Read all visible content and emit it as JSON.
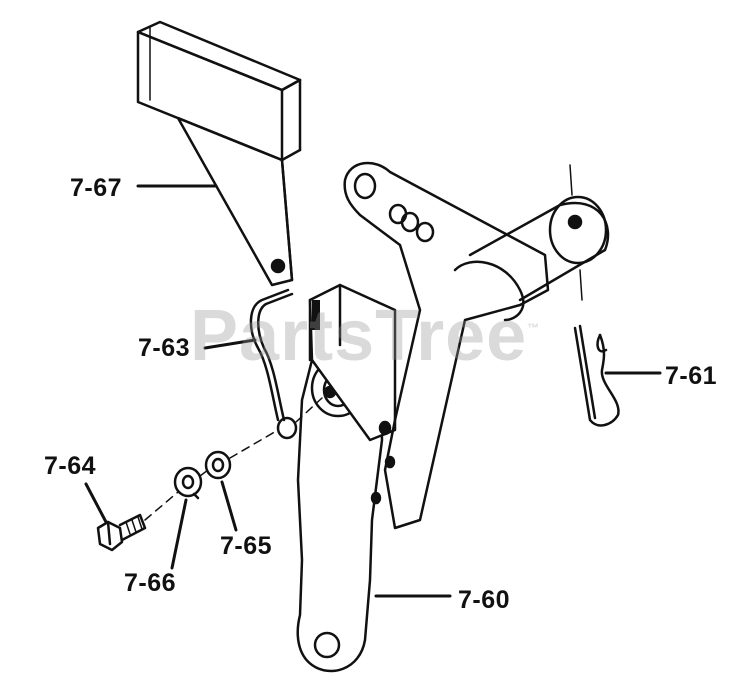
{
  "watermark": {
    "text": "PartsTree",
    "tm": "™"
  },
  "callouts": {
    "p767": "7-67",
    "p763": "7-63",
    "p764": "7-64",
    "p766": "7-66",
    "p765": "7-65",
    "p761": "7-61",
    "p760": "7-60"
  },
  "colors": {
    "ink": "#111111",
    "watermark": "#969696"
  }
}
